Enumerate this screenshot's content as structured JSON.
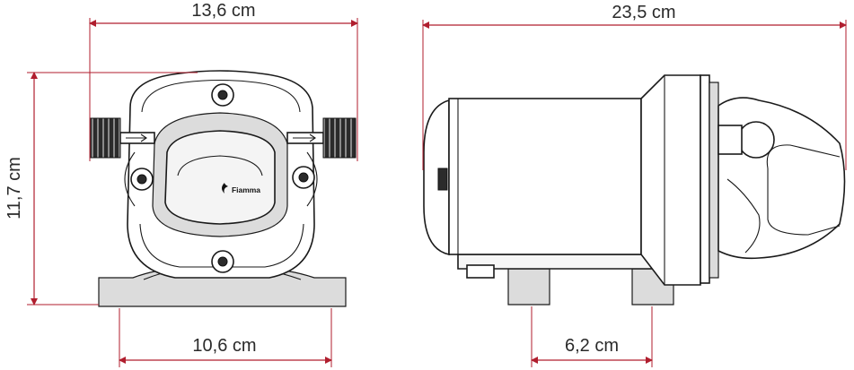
{
  "dimensions": {
    "front_width": "13,6 cm",
    "front_height": "11,7 cm",
    "front_base_width": "10,6 cm",
    "side_length": "23,5 cm",
    "side_base_width": "6,2 cm"
  },
  "brand_logo": "Fiamma",
  "colors": {
    "dimension_lines": "#b01e2e",
    "outline": "#1a1a1a",
    "fittings": "#2b2b2b"
  }
}
